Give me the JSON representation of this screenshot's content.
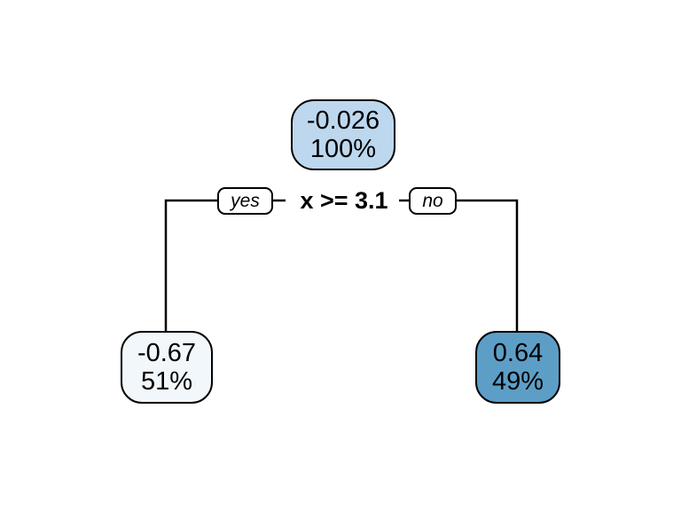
{
  "diagram": {
    "type": "decision-tree",
    "background_color": "#ffffff",
    "edge_color": "#000000",
    "text_color": "#000000"
  },
  "root": {
    "value": "-0.026",
    "percent": "100%",
    "fill_color": "#bdd7ee"
  },
  "split": {
    "label": "x >= 3.1",
    "yes_label": "yes",
    "no_label": "no"
  },
  "leaves": [
    {
      "side": "left",
      "value": "-0.67",
      "percent": "51%",
      "fill_color": "#f2f7fb"
    },
    {
      "side": "right",
      "value": "0.64",
      "percent": "49%",
      "fill_color": "#5d9ec7"
    }
  ],
  "chart_data": {
    "type": "tree",
    "title": "",
    "nodes": [
      {
        "id": "root",
        "depth": 0,
        "value": -0.026,
        "percent": 100,
        "label": "-0.026",
        "percent_label": "100%",
        "is_leaf": false,
        "split": "x >= 3.1",
        "fill": "#bdd7ee"
      },
      {
        "id": "leaf-left",
        "depth": 1,
        "parent": "root",
        "branch": "yes",
        "value": -0.67,
        "percent": 51,
        "label": "-0.67",
        "percent_label": "51%",
        "is_leaf": true,
        "fill": "#f2f7fb"
      },
      {
        "id": "leaf-right",
        "depth": 1,
        "parent": "root",
        "branch": "no",
        "value": 0.64,
        "percent": 49,
        "label": "0.64",
        "percent_label": "49%",
        "is_leaf": true,
        "fill": "#5d9ec7"
      }
    ],
    "edges": [
      {
        "from": "root",
        "to": "leaf-left",
        "label": "yes"
      },
      {
        "from": "root",
        "to": "leaf-right",
        "label": "no"
      }
    ]
  }
}
